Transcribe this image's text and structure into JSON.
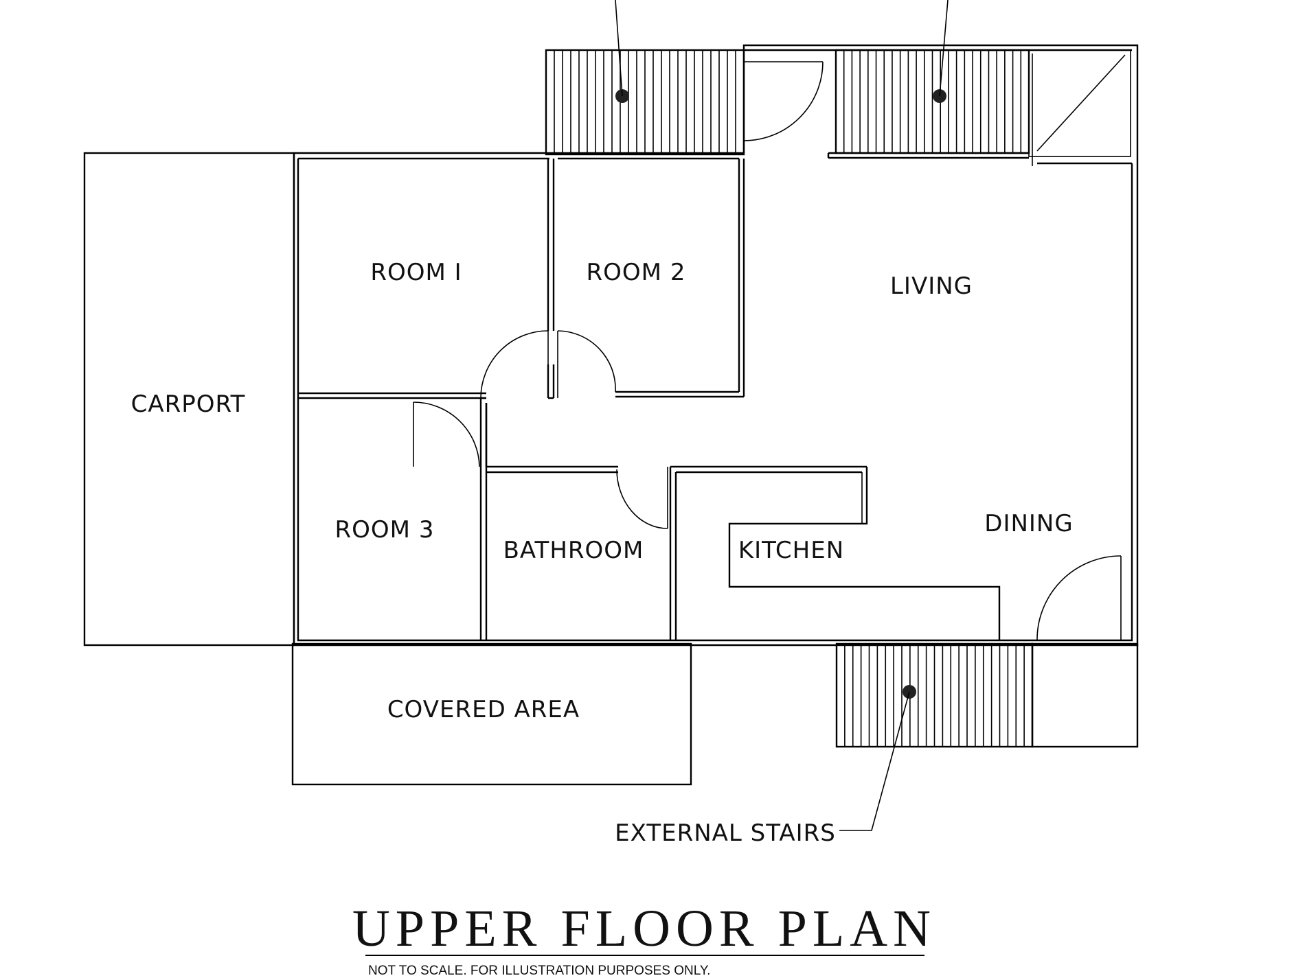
{
  "rooms": {
    "room1": "ROOM I",
    "room2": "ROOM 2",
    "room3": "ROOM 3",
    "living": "LIVING",
    "dining": "DINING",
    "kitchen": "KITCHEN",
    "bathroom": "BATHROOM",
    "carport": "CARPORT",
    "covered_area": "COVERED AREA"
  },
  "callouts": {
    "external_stairs": "EXTERNAL STAIRS"
  },
  "title": "UPPER FLOOR PLAN",
  "note": "NOT TO SCALE. FOR ILLUSTRATION PURPOSES ONLY."
}
